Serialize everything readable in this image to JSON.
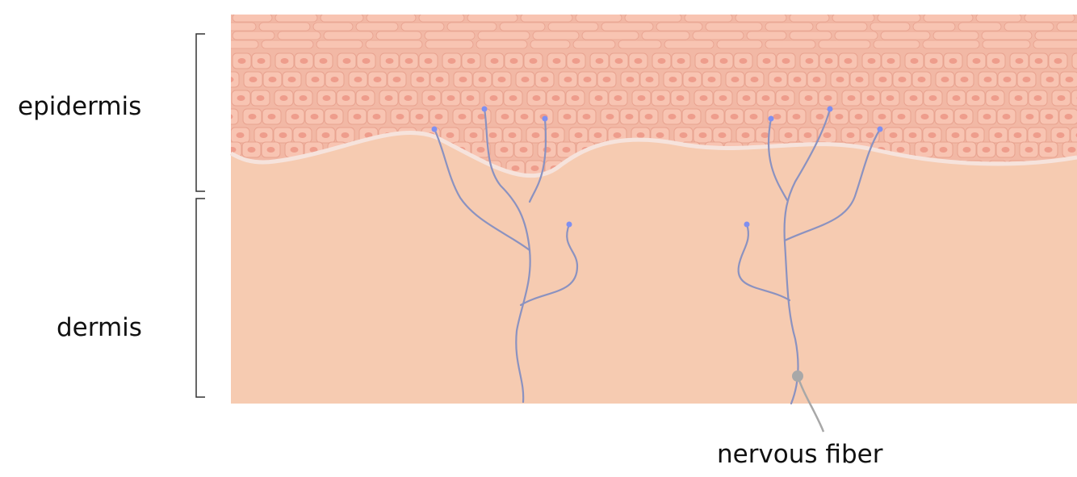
{
  "labels": {
    "epidermis": "epidermis",
    "dermis": "dermis",
    "nervous_fiber": "nervous fiber"
  },
  "colors": {
    "dermis_fill": "#f6cbb1",
    "epidermis_fill": "#f2b8a5",
    "cell_fill": "#f8c4b2",
    "cell_outline": "#e8a390",
    "nucleus_fill": "#ee9d8c",
    "basement_membrane": "#f6e3dc",
    "nerve_stroke": "#8b92c0",
    "nerve_terminal": "#7f8ff0",
    "bracket_stroke": "#333333",
    "leader_stroke": "#a8a8a8"
  }
}
